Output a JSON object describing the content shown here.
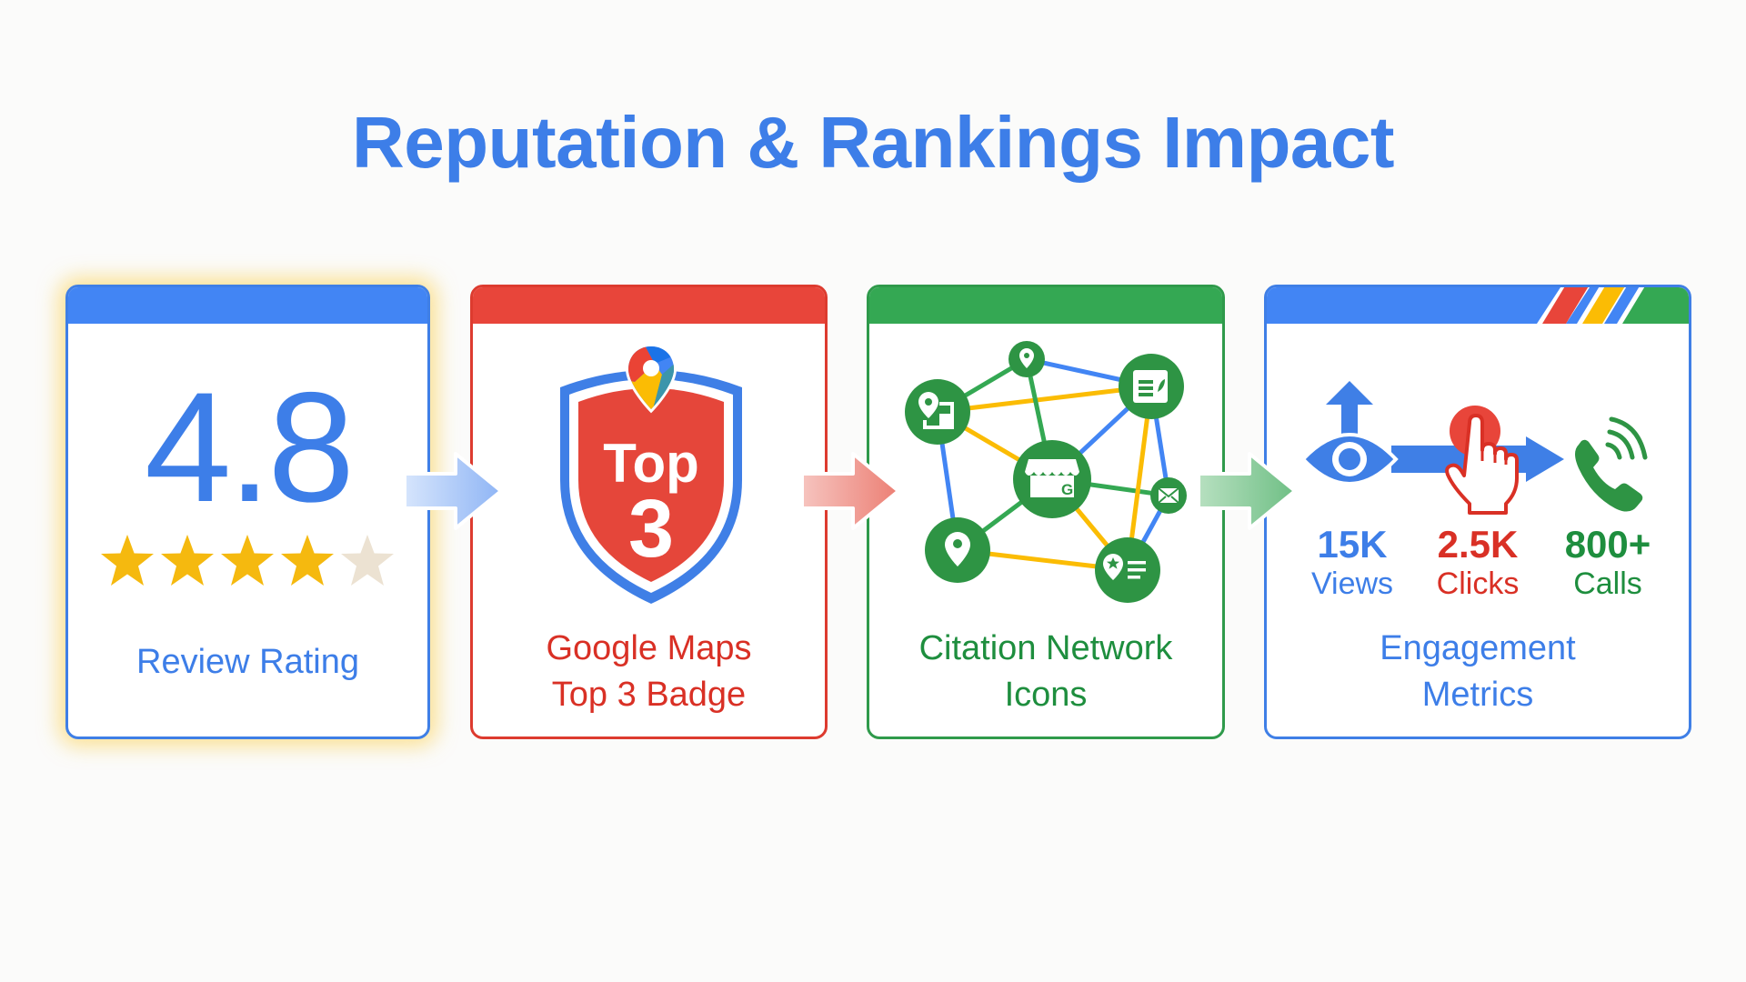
{
  "title": "Reputation & Rankings Impact",
  "colors": {
    "blue": "#4285f4",
    "red": "#ea4335",
    "yellow": "#fbbc04",
    "green": "#34a853",
    "background": "#fbfbfa"
  },
  "cards": [
    {
      "id": "review-rating",
      "accent": "blue",
      "highlighted": true,
      "rating_value": "4.8",
      "stars_total": 5,
      "stars_filled": 4.6,
      "caption": "Review Rating"
    },
    {
      "id": "maps-top3",
      "accent": "red",
      "badge_line1": "Top",
      "badge_line2": "3",
      "caption_line1": "Google Maps",
      "caption_line2": "Top 3 Badge"
    },
    {
      "id": "citation-network",
      "accent": "green",
      "nodes": [
        "map-listing-icon",
        "location-pin-icon",
        "document-icon",
        "google-business-store-icon",
        "mail-icon",
        "location-pin-icon",
        "starred-listing-icon"
      ],
      "caption_line1": "Citation Network",
      "caption_line2": "Icons"
    },
    {
      "id": "engagement-metrics",
      "accent": "blue",
      "metrics": [
        {
          "value": "15K",
          "label": "Views",
          "color": "#3d7ee8",
          "icon": "eye-icon"
        },
        {
          "value": "2.5K",
          "label": "Clicks",
          "color": "#d93025",
          "icon": "hand-click-icon"
        },
        {
          "value": "800+",
          "label": "Calls",
          "color": "#1e8e3e",
          "icon": "phone-icon"
        }
      ],
      "caption_line1": "Engagement",
      "caption_line2": "Metrics"
    }
  ],
  "flow_arrows": [
    {
      "from": "review-rating",
      "to": "maps-top3",
      "color": "blue"
    },
    {
      "from": "maps-top3",
      "to": "citation-network",
      "color": "red"
    },
    {
      "from": "citation-network",
      "to": "engagement-metrics",
      "color": "green"
    }
  ]
}
